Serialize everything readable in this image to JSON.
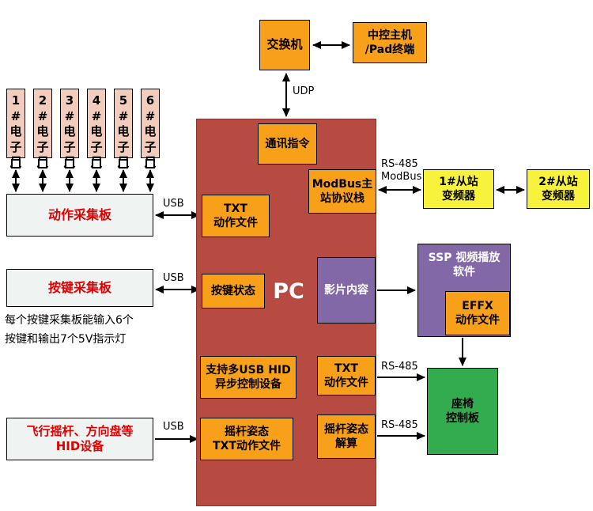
{
  "diagram": {
    "nodes": {
      "switch": "交换机",
      "host": "中控主机\n/Pad终端",
      "pc": "PC",
      "comm_cmd": "通讯指令",
      "modbus_stack": "ModBus主\n站协议栈",
      "txt_file_1": "TXT\n动作文件",
      "key_status": "按键状态",
      "film_content": "影片内容",
      "usb_hid_support": "支持多USB HID\n异步控制设备",
      "txt_file_2": "TXT\n动作文件",
      "joystick_txt": "摇杆姿态\nTXT动作文件",
      "joystick_calc": "摇杆姿态\n解算",
      "inverter_1": "1#从站\n变频器",
      "inverter_2": "2#从站\n变频器",
      "ssp_player": "SSP 视频播放\n软件",
      "effx_file": "EFFX\n动作文件",
      "seat_controller": "座椅\n控制板",
      "action_board": "动作采集板",
      "key_board": "按键采集板",
      "hid_device": "飞行摇杆、方向盘等\nHID设备"
    },
    "rulers": [
      "1#电子尺",
      "2#电子尺",
      "3#电子尺",
      "4#电子尺",
      "5#电子尺",
      "6#电子尺"
    ],
    "note": "每个按键采集板能输入6个\n按键和输出7个5V指示灯",
    "edge_labels": {
      "udp": "UDP",
      "usb_action": "USB",
      "usb_key": "USB",
      "usb_hid": "USB",
      "rs485_modbus": "RS-485\nModBus",
      "rs485_txt": "RS-485",
      "rs485_calc": "RS-485"
    },
    "colors": {
      "orange": "#F9A01B",
      "dark_red": "#B74B42",
      "purple": "#8368A8",
      "yellow": "#F7F33C",
      "green": "#33AB4F",
      "pink": "#F2CDBE",
      "panel_bg": "#EFF3F2",
      "red_text": "#E00000"
    }
  }
}
